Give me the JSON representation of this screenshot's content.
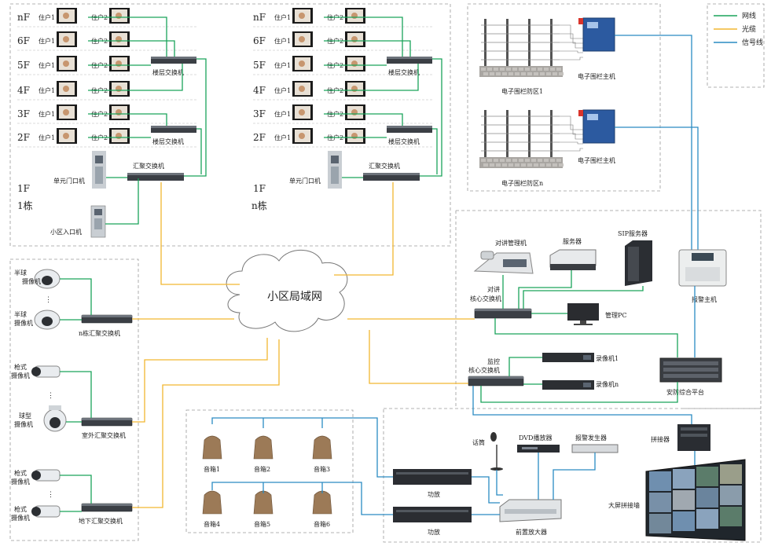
{
  "floors": {
    "building1": [
      "nF",
      "6F",
      "5F",
      "4F",
      "3F",
      "2F",
      "1F"
    ],
    "buildingN": [
      "nF",
      "6F",
      "5F",
      "4F",
      "3F",
      "2F",
      "1F"
    ]
  },
  "residents": {
    "r1": "住户1",
    "r2": "住户2"
  },
  "buildings": {
    "b1": "1栋",
    "bn": "n栋"
  },
  "devices": {
    "floor_switch": "楼层交换机",
    "aggregation_switch": "汇聚交换机",
    "unit_door": "单元门口机",
    "community_entrance": "小区入口机",
    "half_dome_camera": "半球\n摄像机",
    "n_aggregation_switch": "n栋汇聚交换机",
    "bullet_camera": "枪式\n摄像机",
    "dome_camera": "球型\n摄像机",
    "outdoor_switch": "室外汇聚交换机",
    "underground_switch": "地下汇聚交换机",
    "cloud": "小区局域网",
    "intercom_mgmt": "对讲管理机",
    "server": "服务器",
    "sip_server": "SIP服务器",
    "intercom_core": "对讲\n核心交换机",
    "mgmt_pc": "管理PC",
    "alarm_host": "报警主机",
    "monitor_core": "监控\n核心交换机",
    "recorder1": "录像机1",
    "recorderN": "录像机n",
    "security_platform": "安防综合平台",
    "fence_zone1": "电子围栏防区1",
    "fence_zonen": "电子围栏防区n",
    "fence_host": "电子围栏主机",
    "microphone": "话筒",
    "dvd": "DVD播放器",
    "alarm_gen": "报警发生器",
    "splicer": "拼接器",
    "amplifier": "功放",
    "pre_amp": "前置放大器",
    "video_wall": "大屏拼接墙",
    "speakers": [
      "音箱1",
      "音箱2",
      "音箱3",
      "音箱4",
      "音箱5",
      "音箱6"
    ]
  },
  "legend": {
    "network": "网线",
    "fiber": "光缆",
    "signal": "信号线"
  },
  "colors": {
    "network": "#1aa35a",
    "fiber": "#f2b631",
    "signal": "#2a8bc2"
  },
  "ellipsis": "⋮"
}
